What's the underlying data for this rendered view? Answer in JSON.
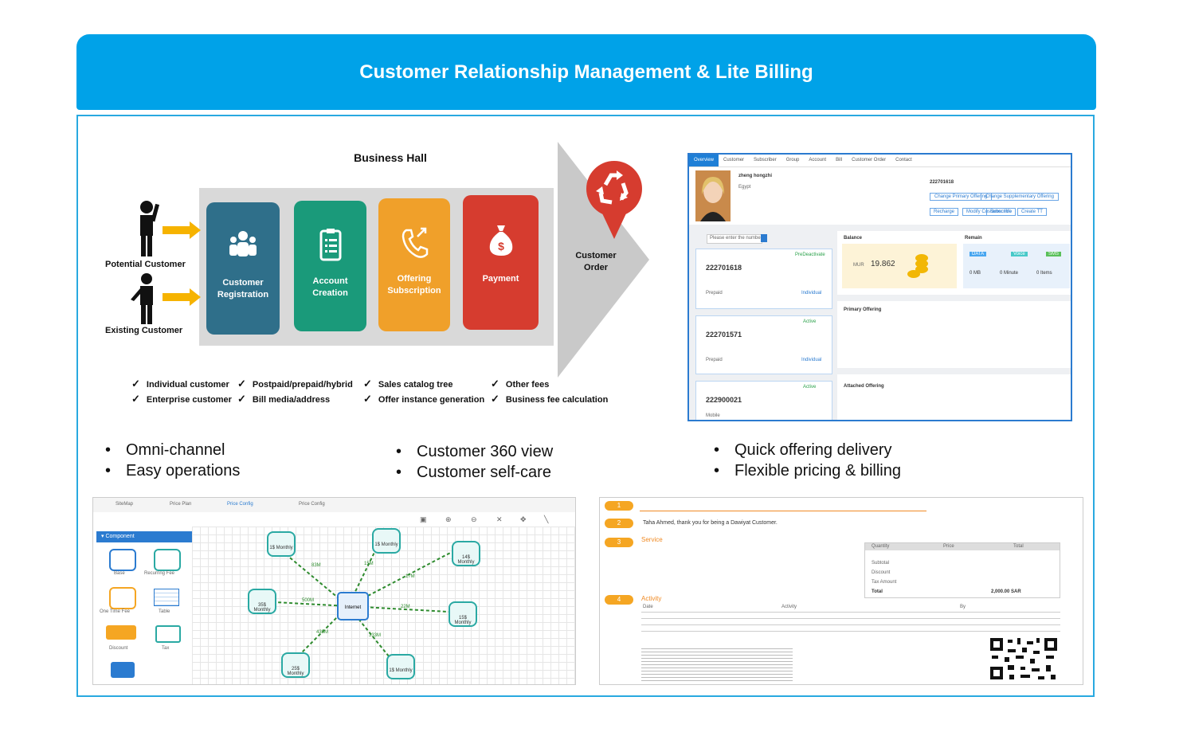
{
  "banner": {
    "title": "Customer Relationship Management & Lite Billing"
  },
  "business_hall": {
    "title": "Business Hall",
    "people": [
      {
        "label": "Potential Customer"
      },
      {
        "label": "Existing Customer"
      }
    ],
    "cards": [
      {
        "label": "Customer\nRegistration",
        "color": "#2f6f8a"
      },
      {
        "label": "Account\nCreation",
        "color": "#1a9a7a"
      },
      {
        "label": "Offering\nSubscription",
        "color": "#f0a02a"
      },
      {
        "label": "Payment",
        "color": "#d63c2f"
      }
    ],
    "order_label": "Customer\nOrder",
    "checks": [
      "Individual customer",
      "Enterprise customer",
      "Postpaid/prepaid/hybrid",
      "Bill media/address",
      "Sales catalog tree",
      "Offer instance generation",
      "Other fees",
      "Business fee calculation"
    ]
  },
  "bullets": {
    "col1": [
      "Omni-channel",
      "Easy operations"
    ],
    "col2": [
      "Customer 360 view",
      "Customer self-care"
    ],
    "col3": [
      "Quick offering delivery",
      "Flexible pricing & billing"
    ]
  },
  "c360": {
    "tabs": [
      "Overview",
      "Customer",
      "Subscriber",
      "Group",
      "Account",
      "Bill",
      "Customer Order",
      "Contact"
    ],
    "name": "zheng hongzhi",
    "country": "Egypt",
    "subscriber_number": "222701618",
    "subscribers": [
      {
        "number": "222701618",
        "status": "PreDeactivate",
        "type": "Prepaid",
        "role": "Individual"
      },
      {
        "number": "222701571",
        "status": "Active",
        "type": "Prepaid",
        "role": "Individual"
      },
      {
        "number": "222900021",
        "status": "Active",
        "type": "Mobile",
        "role": ""
      }
    ],
    "search_placeholder": "Please enter the number",
    "balance_label": "Balance",
    "balance_currency": "MUR",
    "balance_value": "19.862",
    "remain_label": "Remain",
    "remain_items": [
      "0 MB",
      "0 Minute",
      "0 Items"
    ],
    "remain_badges": [
      "DATA",
      "Voice",
      "SMS"
    ],
    "primary_offering_label": "Primary Offering",
    "attached_offering_label": "Attached Offering",
    "buttons": [
      "Change Primary Offering",
      "Change Supplementary Offering",
      "Recharge",
      "Modify Customer Info",
      "Subscribe",
      "Create TT"
    ]
  },
  "price_config": {
    "tabs": [
      "SiteMap",
      "Price Plan",
      "Price Config",
      "Price Config"
    ],
    "component_header": "Component",
    "components": [
      "Base",
      "Recurring Fee",
      "One Time Fee",
      "Table",
      "Discount",
      "Tax"
    ],
    "center_node": "Internet",
    "nodes": [
      "1$ Monthly",
      "1$ Monthly",
      "14$ Monthly",
      "35$ Monthly",
      "15$ Monthly",
      "25$ Monthly",
      "1$ Monthly"
    ],
    "edge_labels": [
      "83M",
      "15M",
      "17M",
      "500M",
      "22M",
      "433M",
      "333M"
    ]
  },
  "invoice": {
    "steps": [
      "1",
      "2",
      "3",
      "4"
    ],
    "greeting": "Taha Ahmed, thank you for being a Dawiyat Customer.",
    "service_label": "Service",
    "activity_label": "Activity",
    "table_headers": [
      "Quantity",
      "Price",
      "Total"
    ],
    "totals": [
      "Subtotal",
      "Discount",
      "Tax Amount",
      "Total"
    ],
    "total_value": "2,000.00 SAR",
    "activity_headers": [
      "Date",
      "Activity",
      "By"
    ]
  }
}
